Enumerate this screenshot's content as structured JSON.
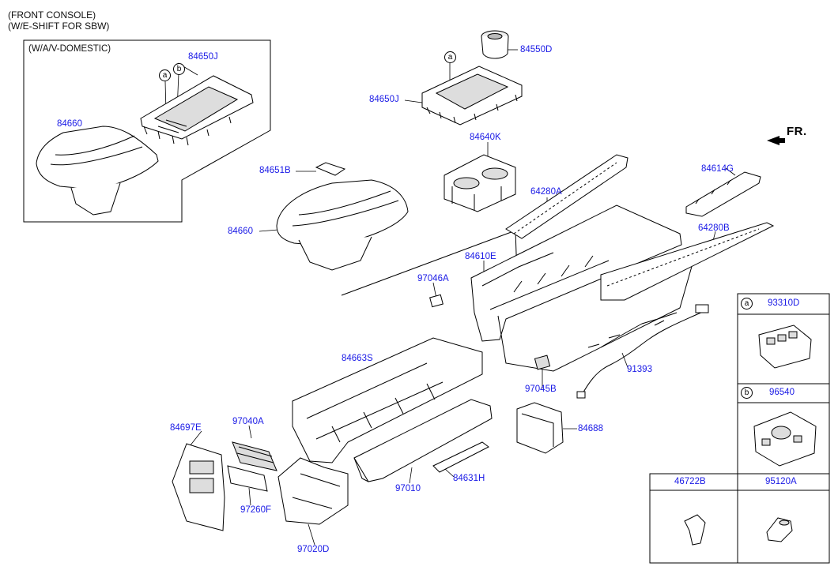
{
  "header": {
    "line1": "(FRONT CONSOLE)",
    "line2": "(W/E-SHIFT FOR SBW)"
  },
  "inset": {
    "title": "(W/A/V-DOMESTIC)"
  },
  "direction": {
    "label": "FR."
  },
  "callouts": {
    "a": "a",
    "b": "b"
  },
  "parts": {
    "p84650J_inset": "84650J",
    "p84660_inset": "84660",
    "p84550D": "84550D",
    "p84650J": "84650J",
    "p84640K": "84640K",
    "p84651B": "84651B",
    "p84660": "84660",
    "p64280A": "64280A",
    "p84614G": "84614G",
    "p64280B": "64280B",
    "p84610E": "84610E",
    "p97046A": "97046A",
    "p84663S": "84663S",
    "p97045B": "97045B",
    "p91393": "91393",
    "p84697E": "84697E",
    "p97040A": "97040A",
    "p84688": "84688",
    "p97260F": "97260F",
    "p84631H": "84631H",
    "p97010": "97010",
    "p97020D": "97020D"
  },
  "side_panels": [
    {
      "marker": "a",
      "part": "93310D"
    },
    {
      "marker": "b",
      "part": "96540"
    }
  ],
  "bottom_panels": [
    {
      "part": "46722B"
    },
    {
      "part": "95120A"
    }
  ],
  "colors": {
    "label": "#1a1ae6",
    "line": "#000000",
    "fill": "#ffffff",
    "shade": "#d9d9d9"
  }
}
